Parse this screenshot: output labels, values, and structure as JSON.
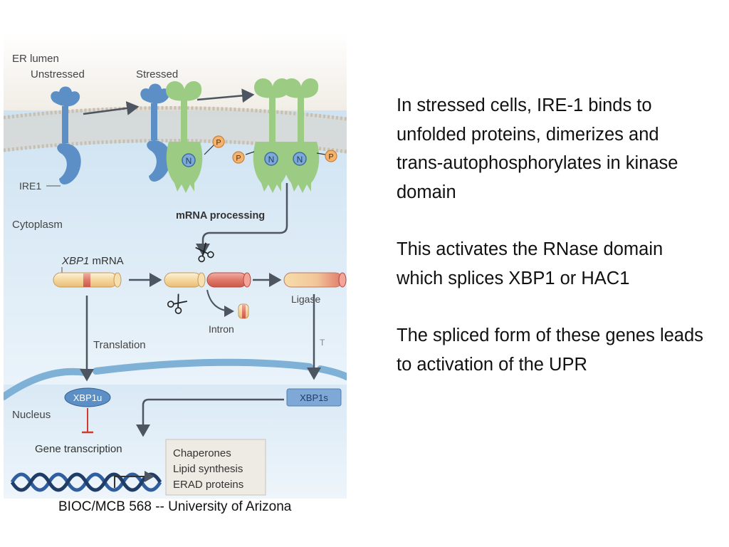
{
  "diagram": {
    "labels": {
      "er_lumen": "ER lumen",
      "unstressed": "Unstressed",
      "stressed": "Stressed",
      "ire1": "IRE1",
      "cytoplasm": "Cytoplasm",
      "mrna_processing": "mRNA processing",
      "xbp1_italic": "XBP1",
      "mrna": " mRNA",
      "ligase": "Ligase",
      "intron": "Intron",
      "translation": "Translation",
      "nucleus": "Nucleus",
      "xbp1u": "XBP1u",
      "xbp1s": "XBP1s",
      "gene_transcription": "Gene transcription",
      "n_marker": "N",
      "p_marker": "P"
    },
    "targets": [
      "Chaperones",
      "Lipid synthesis",
      "ERAD proteins"
    ]
  },
  "text": {
    "p1": "In stressed cells, IRE-1  binds to unfolded proteins, dimerizes and trans-autophosphorylates in kinase domain",
    "p2": "This activates the RNase domain which splices XBP1 or HAC1",
    "p3": "The spliced form of these genes leads to activation of the UPR"
  },
  "footer": "BIOC/MCB 568 -- University of Arizona",
  "colors": {
    "er_lumen": "#f4efe6",
    "cytoplasm": "#dcebf5",
    "nucleus": "#cfe2f0",
    "ire1_blue": "#5b8fc6",
    "ire1_green": "#9ccc84",
    "phospho": "#f4b36e",
    "exon_cream": "#f8e0b0",
    "intron_red": "#e0786a"
  }
}
